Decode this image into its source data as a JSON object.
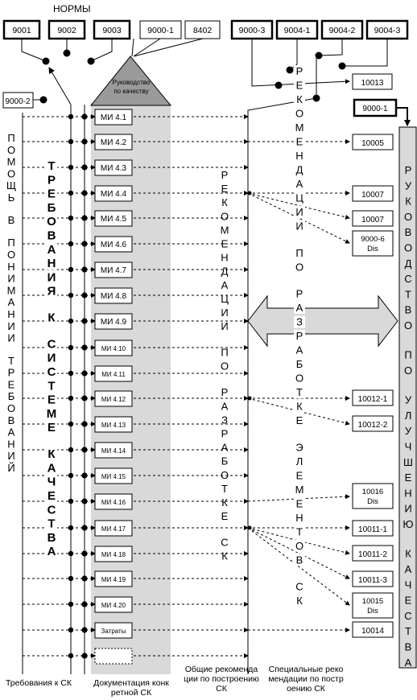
{
  "title": "НОРМЫ",
  "top_standards": [
    "9001",
    "9002",
    "9003",
    "9000-1",
    "8402",
    "9000-3",
    "9004-1",
    "9004-2",
    "9004-3"
  ],
  "left_standard": "9000-2",
  "right_top_standard": "9000-1",
  "guide_top": [
    "Руководство",
    "по качеству"
  ],
  "mi_items": [
    "МИ 4.1",
    "МИ 4.2",
    "МИ 4.3",
    "МИ 4.4",
    "МИ 4.5",
    "МИ 4.6",
    "МИ 4.7",
    "МИ 4.8",
    "МИ 4.9",
    "МИ 4.10",
    "МИ 4.11",
    "МИ 4.12",
    "МИ 4.13",
    "МИ 4.14",
    "МИ 4.15",
    "МИ 4.16",
    "МИ 4.17",
    "МИ 4.18",
    "МИ 4.19",
    "МИ 4.20",
    "Затраты",
    ""
  ],
  "right_boxes": [
    {
      "lines": [
        "10013"
      ]
    },
    {
      "lines": [
        "10005"
      ]
    },
    {
      "lines": [
        "10007"
      ]
    },
    {
      "lines": [
        "10007"
      ]
    },
    {
      "lines": [
        "9000-6",
        "Dis"
      ]
    },
    {
      "lines": [
        "10012-1"
      ]
    },
    {
      "lines": [
        "10012-2"
      ]
    },
    {
      "lines": [
        "10016",
        "Dis"
      ]
    },
    {
      "lines": [
        "10011-1"
      ]
    },
    {
      "lines": [
        "10011-2"
      ]
    },
    {
      "lines": [
        "10011-3"
      ]
    },
    {
      "lines": [
        "10015",
        "Dis"
      ]
    },
    {
      "lines": [
        "10014"
      ]
    }
  ],
  "vertical_texts": {
    "help": "ПОМОЩЬ В ПОНИМАНИИ ТРЕБОВАНИЙ",
    "requirements": "ТРЕБОВАНИЯ К СИСТЕМЕ КАЧЕСТВА",
    "general_recs": "РЕКОМЕНДАЦИИ ПО РАЗРАБОТКЕ СК",
    "special_recs": "РЕКОМЕНДАЦИИ ПО РАЗРАБОТКЕ ЭЛЕМЕНТОВ СК",
    "improvement": "РУКОВОДСТВО ПО УЛУЧШЕНИЮ КАЧЕСТВА"
  },
  "footer_labels": [
    {
      "lines": [
        "Требования к СК"
      ]
    },
    {
      "lines": [
        "Документация конк",
        "ретной СК"
      ]
    },
    {
      "lines": [
        "Общие рекоменда",
        "ции по построению",
        "СК"
      ]
    },
    {
      "lines": [
        "Специальные реко",
        "мендации по постр",
        "оению СК"
      ]
    }
  ]
}
